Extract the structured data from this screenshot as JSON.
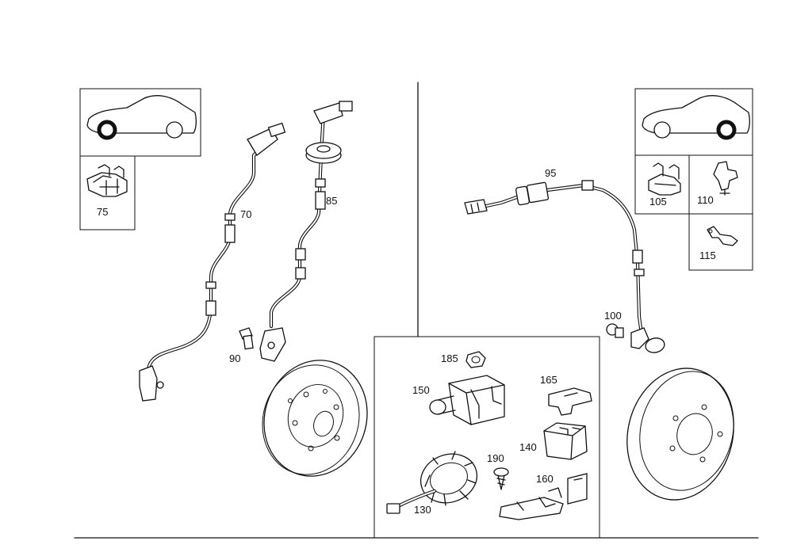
{
  "labels": {
    "p70": "70",
    "p75": "75",
    "p85": "85",
    "p90": "90",
    "p95": "95",
    "p100": "100",
    "p105": "105",
    "p110": "110",
    "p115": "115",
    "p130": "130",
    "p140": "140",
    "p150": "150",
    "p160": "160",
    "p165": "165",
    "p185": "185",
    "p190": "190"
  },
  "icons": {
    "front_axle_indicator": "car-front-wheel-icon",
    "rear_axle_indicator": "car-rear-wheel-icon"
  },
  "colors": {
    "line": "#111111",
    "background": "#ffffff"
  }
}
